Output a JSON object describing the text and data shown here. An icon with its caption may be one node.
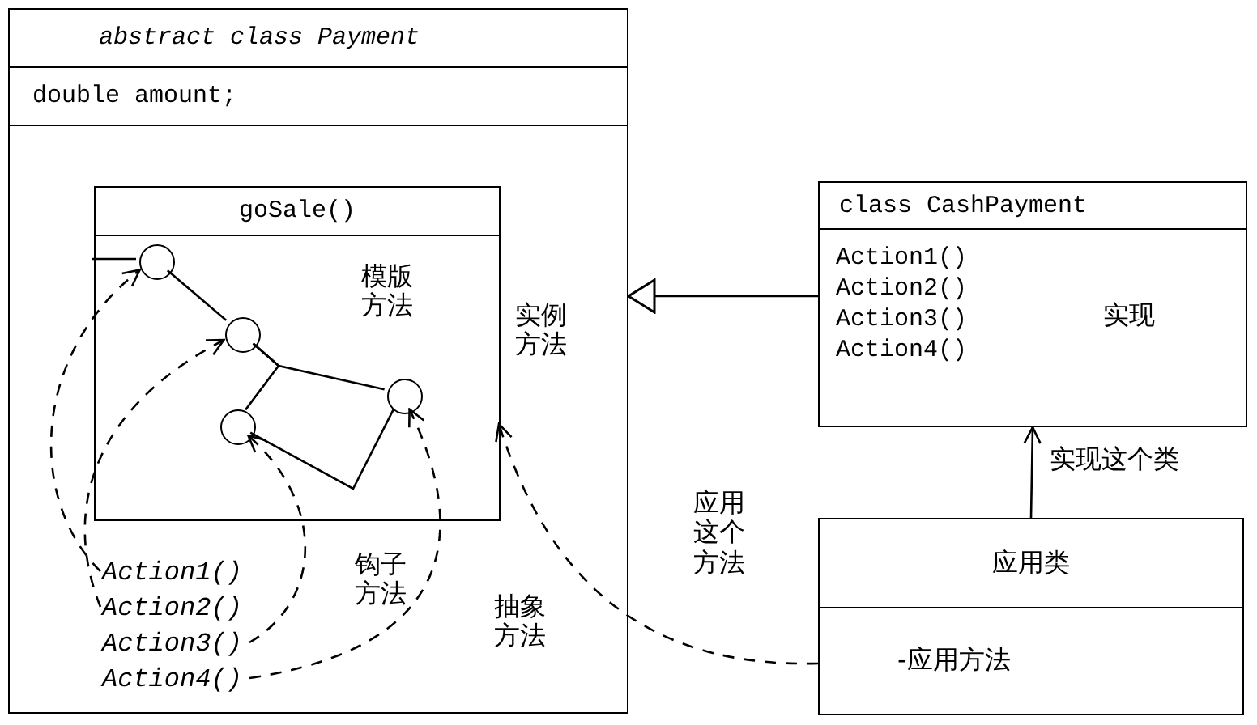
{
  "diagram": {
    "nodes": [
      {
        "text": [
          "abstract class Payment",
          "double amount;"
        ]
      },
      {
        "text": [
          "goSale()",
          "模版方法"
        ],
        "in": 0
      },
      {
        "text": [],
        "shape": "circle",
        "in": 1
      },
      {
        "text": [],
        "shape": "circle",
        "in": 1
      },
      {
        "text": [],
        "shape": "circle",
        "in": 1
      },
      {
        "text": [],
        "shape": "circle",
        "in": 1
      },
      {
        "text": [
          "Action1()"
        ],
        "in": 0
      },
      {
        "text": [
          "Action2()"
        ],
        "in": 0
      },
      {
        "text": [
          "Action3()"
        ],
        "in": 0
      },
      {
        "text": [
          "Action4()"
        ],
        "in": 0
      },
      {
        "text": [
          "class CashPayment",
          "Action1()",
          "Action2()",
          "Action3()",
          "Action4()",
          "实现"
        ]
      },
      {
        "text": [
          "应用类",
          "-应用方法"
        ]
      }
    ],
    "edges": [
      {
        "from": 1,
        "to": 2,
        "arrow": "none"
      },
      {
        "from": 2,
        "to": 3,
        "arrow": "none"
      },
      {
        "from": 3,
        "to": 5,
        "arrow": "none"
      },
      {
        "from": 3,
        "to": 4,
        "arrow": "none"
      },
      {
        "from": 4,
        "to": 5,
        "arrow": "none"
      },
      {
        "from": 6,
        "to": 2,
        "arrow": "to",
        "style": "dashed"
      },
      {
        "from": 7,
        "to": 3,
        "arrow": "to",
        "style": "dashed"
      },
      {
        "from": 8,
        "to": 4,
        "arrow": "to",
        "style": "dashed"
      },
      {
        "from": 9,
        "to": 5,
        "arrow": "to",
        "style": "dashed"
      },
      {
        "from": 10,
        "to": 0,
        "arrow": "to"
      },
      {
        "from": 11,
        "to": 10,
        "arrow": "to",
        "label": "实现这个类"
      },
      {
        "from": 11,
        "to": 1,
        "arrow": "to",
        "style": "dashed",
        "label": "应用这个方法"
      }
    ],
    "labels": [
      "实例方法",
      "钩子方法",
      "抽象方法"
    ]
  }
}
